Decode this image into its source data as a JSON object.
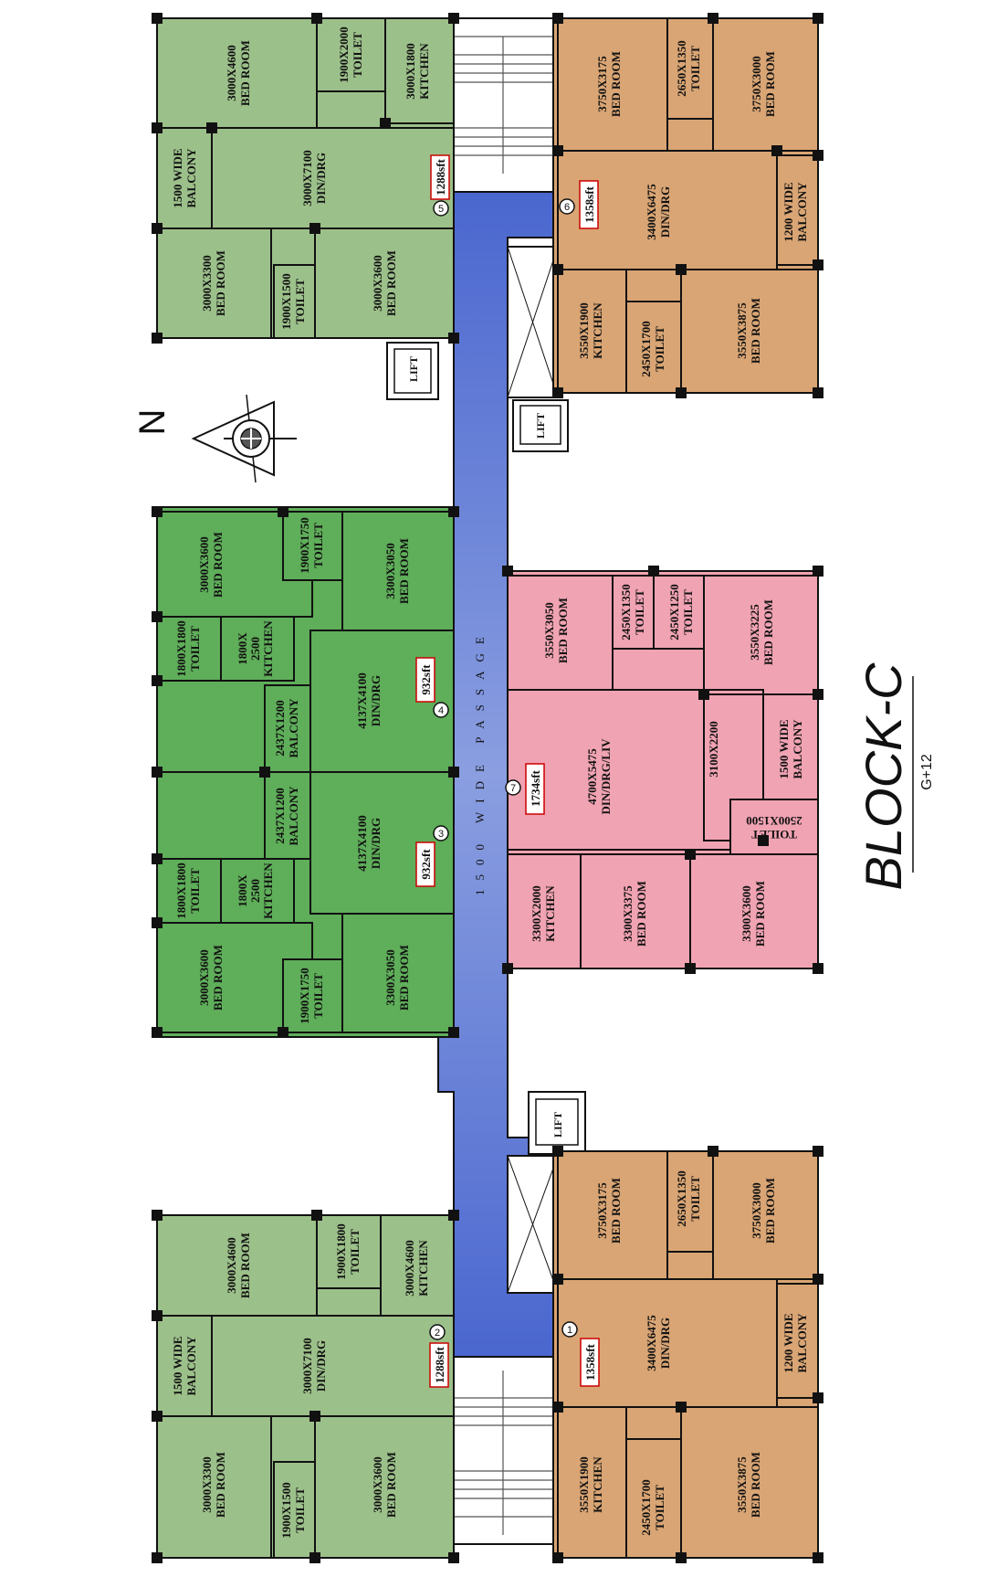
{
  "title": "BLOCK-C",
  "subtitle": "G+12",
  "north_label": "N",
  "passage_label": "1500 WIDE PASSAGE",
  "lift_label": "LIFT",
  "colors": {
    "green_light": "#9cc08a",
    "green_dark": "#5fae5a",
    "orange": "#d9a574",
    "pink": "#f0a3b2",
    "passage": "#5b78d6",
    "wall": "#111111"
  },
  "units": [
    {
      "no": "1",
      "area": "1358sft"
    },
    {
      "no": "2",
      "area": "1288sft"
    },
    {
      "no": "3",
      "area": "932sft"
    },
    {
      "no": "4",
      "area": "932sft"
    },
    {
      "no": "5",
      "area": "1288sft"
    },
    {
      "no": "6",
      "area": "1358sft"
    },
    {
      "no": "7",
      "area": "1734sft"
    }
  ],
  "rooms": {
    "u5_bed1": [
      "3000X4600",
      "BED ROOM"
    ],
    "u5_toilet1": [
      "1900X2000",
      "TOILET"
    ],
    "u5_kitchen": [
      "3000X1800",
      "KITCHEN"
    ],
    "u5_balcony": [
      "1500 WIDE",
      "BALCONY"
    ],
    "u5_din": [
      "3000X7100",
      "DIN/DRG"
    ],
    "u5_bed2": [
      "3000X3300",
      "BED ROOM"
    ],
    "u5_toilet2": [
      "1900X1500",
      "TOILET"
    ],
    "u5_bed3": [
      "3000X3600",
      "BED ROOM"
    ],
    "u6_bed1": [
      "3750X3175",
      "BED ROOM"
    ],
    "u6_toilet1": [
      "2650X1350",
      "TOILET"
    ],
    "u6_bed2": [
      "3750X3000",
      "BED ROOM"
    ],
    "u6_din": [
      "3400X6475",
      "DIN/DRG"
    ],
    "u6_balcony": [
      "1200 WIDE",
      "BALCONY"
    ],
    "u6_kitchen": [
      "3550X1900",
      "KITCHEN"
    ],
    "u6_toilet2": [
      "2450X1700",
      "TOILET"
    ],
    "u6_bed3": [
      "3550X3875",
      "BED ROOM"
    ],
    "u4_bed1": [
      "3000X3600",
      "BED ROOM"
    ],
    "u4_toilet1": [
      "1900X1750",
      "TOILET"
    ],
    "u4_bed2": [
      "3300X3050",
      "BED ROOM"
    ],
    "u4_toilet2": [
      "1800X1800",
      "TOILET"
    ],
    "u4_kitchen": [
      "1800X",
      "2500",
      "KITCHEN"
    ],
    "u4_din": [
      "4137X4100",
      "DIN/DRG"
    ],
    "u4_balcony": [
      "2437X1200",
      "BALCONY"
    ],
    "u3_balcony": [
      "2437X1200",
      "BALCONY"
    ],
    "u3_din": [
      "4137X4100",
      "DIN/DRG"
    ],
    "u3_toilet2": [
      "1800X1800",
      "TOILET"
    ],
    "u3_kitchen": [
      "1800X",
      "2500",
      "KITCHEN"
    ],
    "u3_bed1": [
      "3000X3600",
      "BED ROOM"
    ],
    "u3_toilet1": [
      "1900X1750",
      "TOILET"
    ],
    "u3_bed2": [
      "3300X3050",
      "BED ROOM"
    ],
    "u7_bed1": [
      "3550X3050",
      "BED ROOM"
    ],
    "u7_toilet1": [
      "2450X1350",
      "TOILET"
    ],
    "u7_toilet2": [
      "2450X1250",
      "TOILET"
    ],
    "u7_bed2": [
      "3550X3225",
      "BED ROOM"
    ],
    "u7_din": [
      "4700X5475",
      "DIN/DRG/LIV"
    ],
    "u7_room": [
      "3100X2200",
      ""
    ],
    "u7_balcony": [
      "1500 WIDE",
      "BALCONY"
    ],
    "u7_toilet3": [
      "2500X1500",
      "TOILET"
    ],
    "u7_kitchen": [
      "3300X2000",
      "KITCHEN"
    ],
    "u7_bed3": [
      "3300X3375",
      "BED ROOM"
    ],
    "u7_bed4": [
      "3300X3600",
      "BED ROOM"
    ],
    "u2_bed1": [
      "3000X4600",
      "BED ROOM"
    ],
    "u2_toilet1": [
      "1900X1800",
      "TOILET"
    ],
    "u2_kitchen": [
      "3000X4600",
      "KITCHEN"
    ],
    "u2_balcony": [
      "1500 WIDE",
      "BALCONY"
    ],
    "u2_din": [
      "3000X7100",
      "DIN/DRG"
    ],
    "u2_bed2": [
      "3000X3300",
      "BED ROOM"
    ],
    "u2_toilet2": [
      "1900X1500",
      "TOILET"
    ],
    "u2_bed3": [
      "3000X3600",
      "BED ROOM"
    ],
    "u1_bed1": [
      "3750X3175",
      "BED ROOM"
    ],
    "u1_toilet1": [
      "2650X1350",
      "TOILET"
    ],
    "u1_bed2": [
      "3750X3000",
      "BED ROOM"
    ],
    "u1_din": [
      "3400X6475",
      "DIN/DRG"
    ],
    "u1_balcony": [
      "1200 WIDE",
      "BALCONY"
    ],
    "u1_kitchen": [
      "3550X1900",
      "KITCHEN"
    ],
    "u1_toilet2": [
      "2450X1700",
      "TOILET"
    ],
    "u1_bed3": [
      "3550X3875",
      "BED ROOM"
    ]
  }
}
